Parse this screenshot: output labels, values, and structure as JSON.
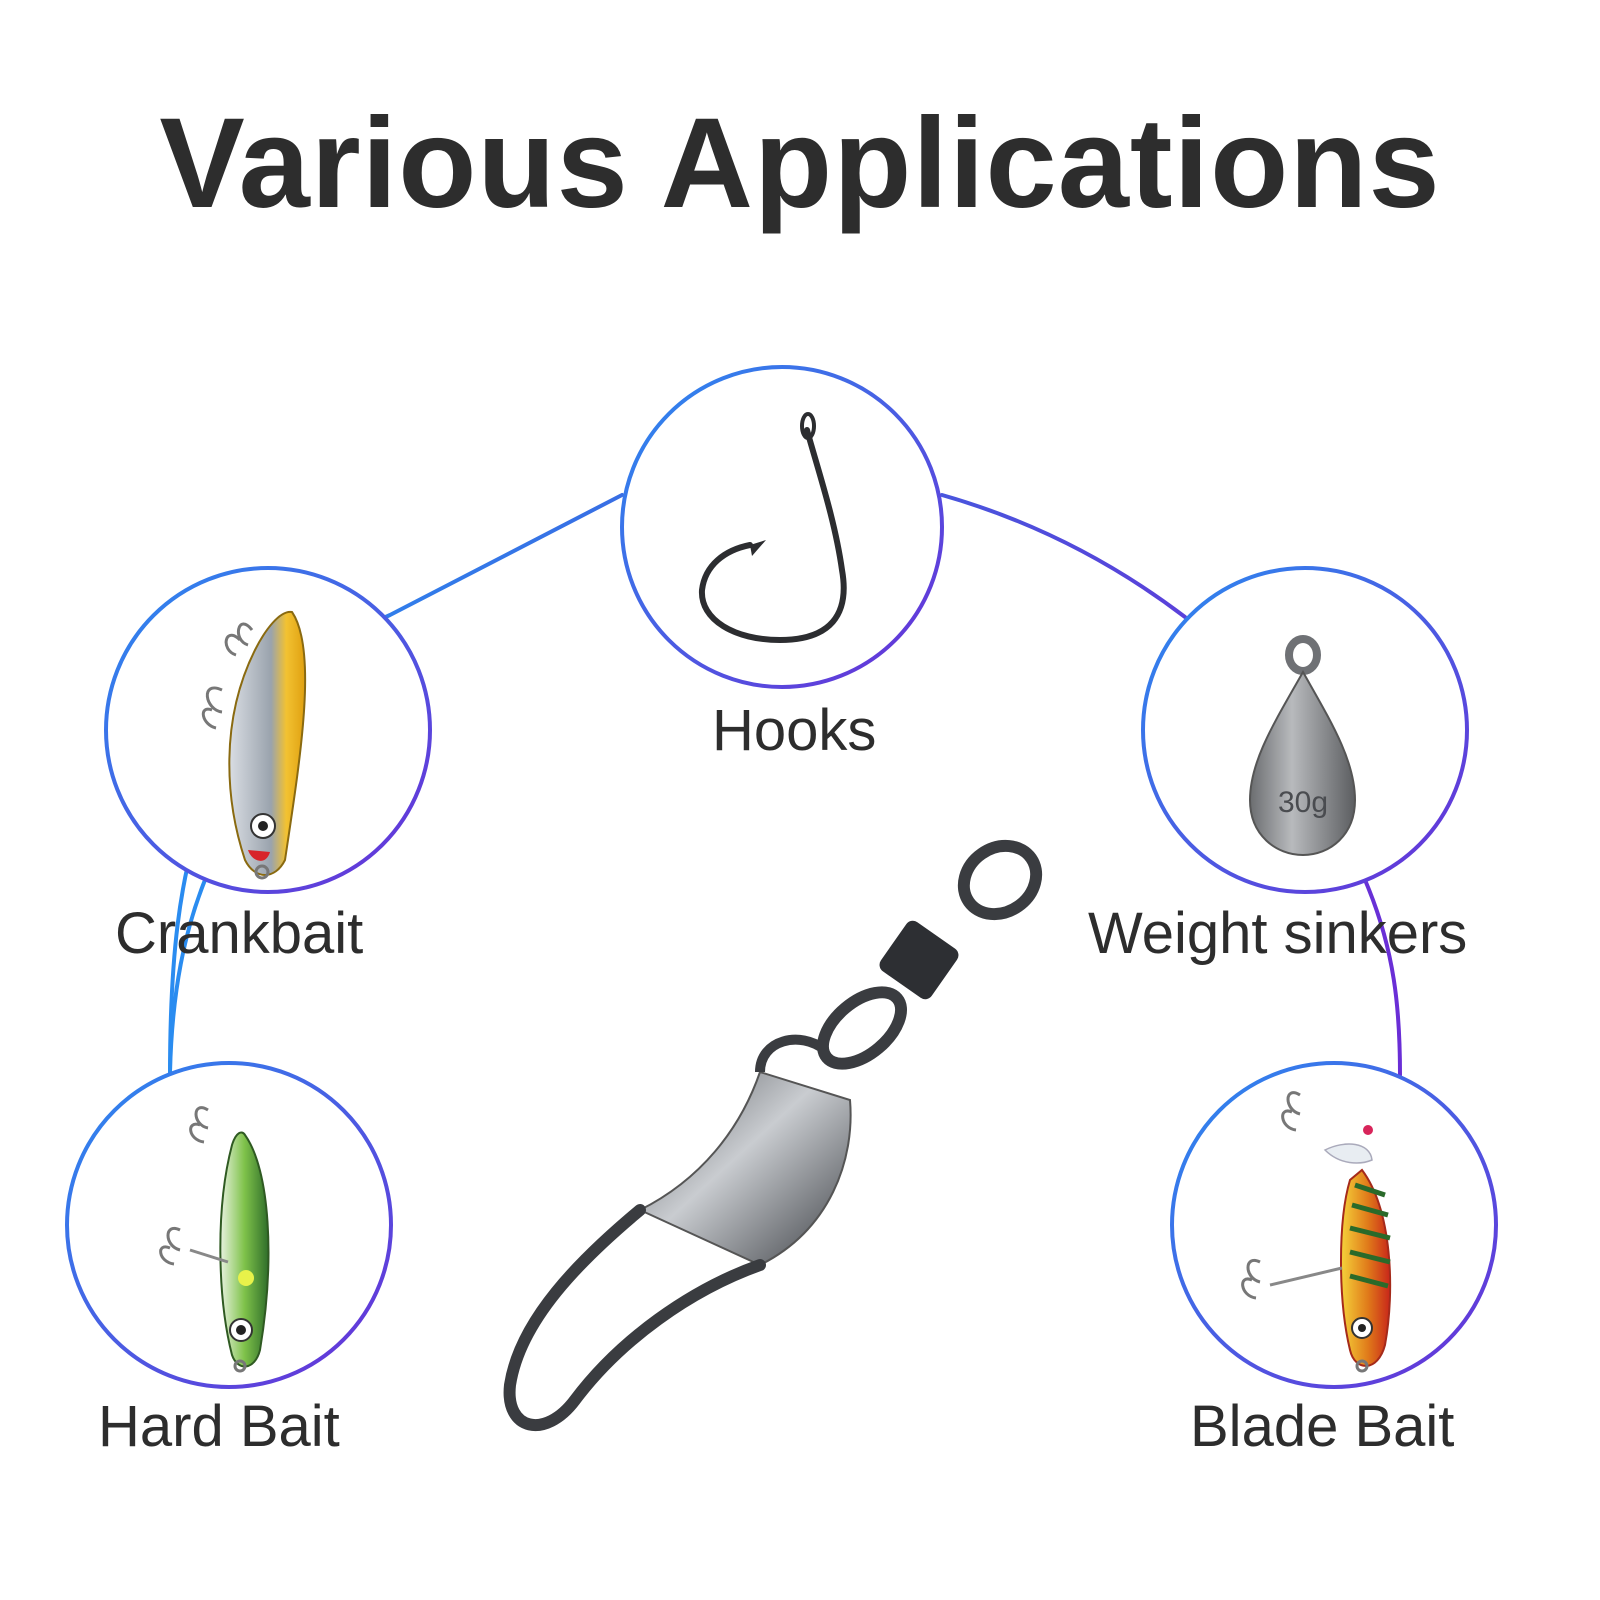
{
  "title": "Various Applications",
  "colors": {
    "ring_start": "#2a8cf0",
    "ring_end": "#6a2ed6",
    "text": "#2d2d2d"
  },
  "items": [
    {
      "label": "Hooks",
      "icon": "fishing-hook-icon"
    },
    {
      "label": "Crankbait",
      "icon": "crankbait-lure-icon"
    },
    {
      "label": "Weight sinkers",
      "icon": "weight-sinker-icon"
    },
    {
      "label": "Hard Bait",
      "icon": "hard-bait-lure-icon"
    },
    {
      "label": "Blade Bait",
      "icon": "blade-bait-lure-icon"
    }
  ],
  "sinker_stamp": "30g",
  "center_product": {
    "icon": "snap-swivel-icon"
  }
}
